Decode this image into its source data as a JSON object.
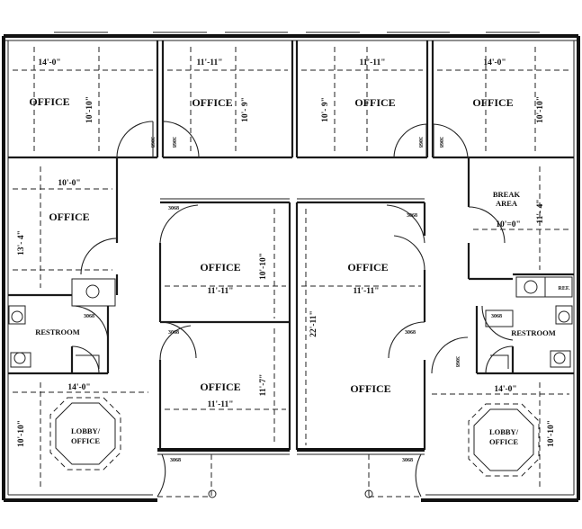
{
  "labels": {
    "office": "OFFICE",
    "restroom": "RESTROOM",
    "break_line1": "BREAK",
    "break_line2": "AREA",
    "lobby_line1": "LOBBY/",
    "lobby_line2": "OFFICE",
    "ref": "REF."
  },
  "dims": {
    "d14_0": "14'-0\"",
    "d11_11": "11'-11\"",
    "d10_10": "10'-10\"",
    "d10_9": "10'- 9\"",
    "d10_0": "10'-0\"",
    "d10_0_break": "10'=0\"",
    "d13_4": "13'- 4\"",
    "d11_4": "11'- 4\"",
    "d11_7": "11'-7\"",
    "d22_11": "22'-11\"",
    "d10_10b": "10'-10\""
  },
  "door_tag": "3068"
}
